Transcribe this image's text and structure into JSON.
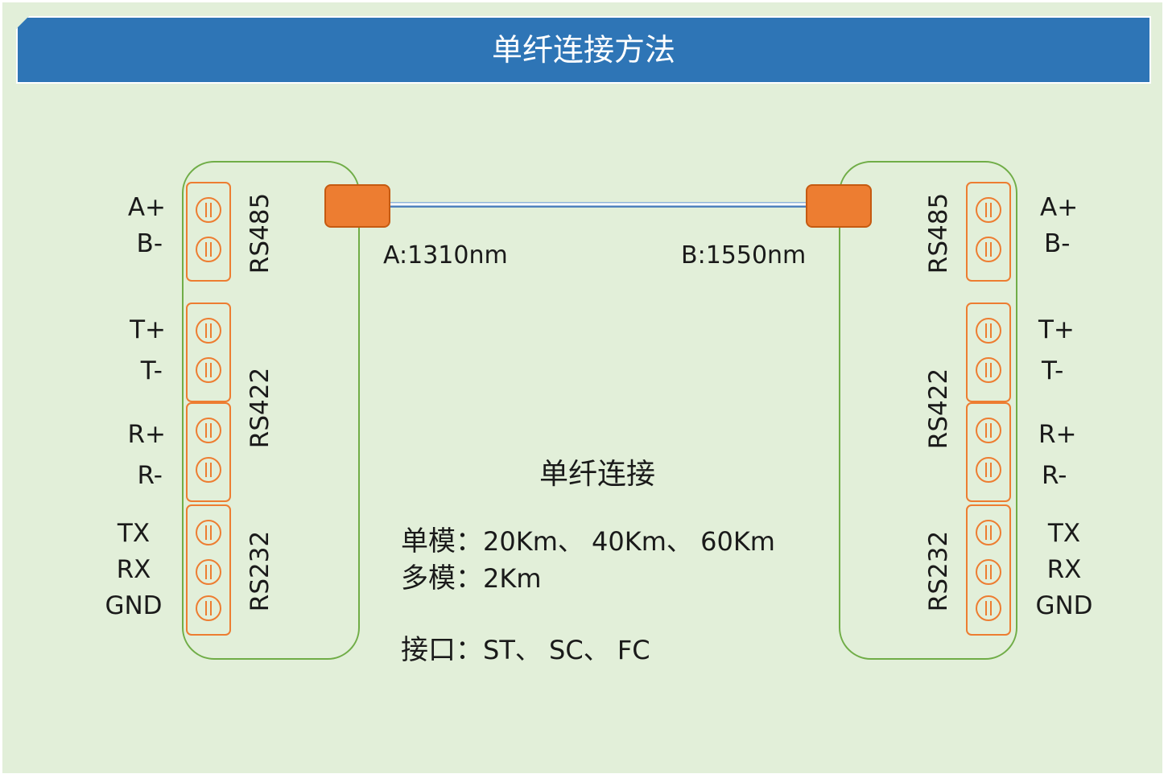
{
  "title": "单纤连接方法",
  "colors": {
    "title_bar": "#2e75b6",
    "background": "#e2efd9",
    "device_border": "#70ad47",
    "terminal": "#ed7d31"
  },
  "left_device": {
    "groups": {
      "rs485": "RS485",
      "rs422": "RS422",
      "rs232": "RS232"
    },
    "pins": {
      "a_plus": "A+",
      "b_minus": "B-",
      "t_plus": "T+",
      "t_minus": "T-",
      "r_plus": "R+",
      "r_minus": "R-",
      "tx": "TX",
      "rx": "RX",
      "gnd": "GND"
    },
    "wavelength": "A:1310nm"
  },
  "right_device": {
    "groups": {
      "rs485": "RS485",
      "rs422": "RS422",
      "rs232": "RS232"
    },
    "pins": {
      "a_plus": "A+",
      "b_minus": "B-",
      "t_plus": "T+",
      "t_minus": "T-",
      "r_plus": "R+",
      "r_minus": "R-",
      "tx": "TX",
      "rx": "RX",
      "gnd": "GND"
    },
    "wavelength": "B:1550nm"
  },
  "caption": "单纤连接",
  "specs": {
    "single_mode_label": "单模：",
    "single_mode_value": "20Km、 40Km、 60Km",
    "multi_mode_label": "多模：",
    "multi_mode_value": "2Km",
    "interface_label": "接口：",
    "interface_value": "ST、 SC、 FC"
  }
}
